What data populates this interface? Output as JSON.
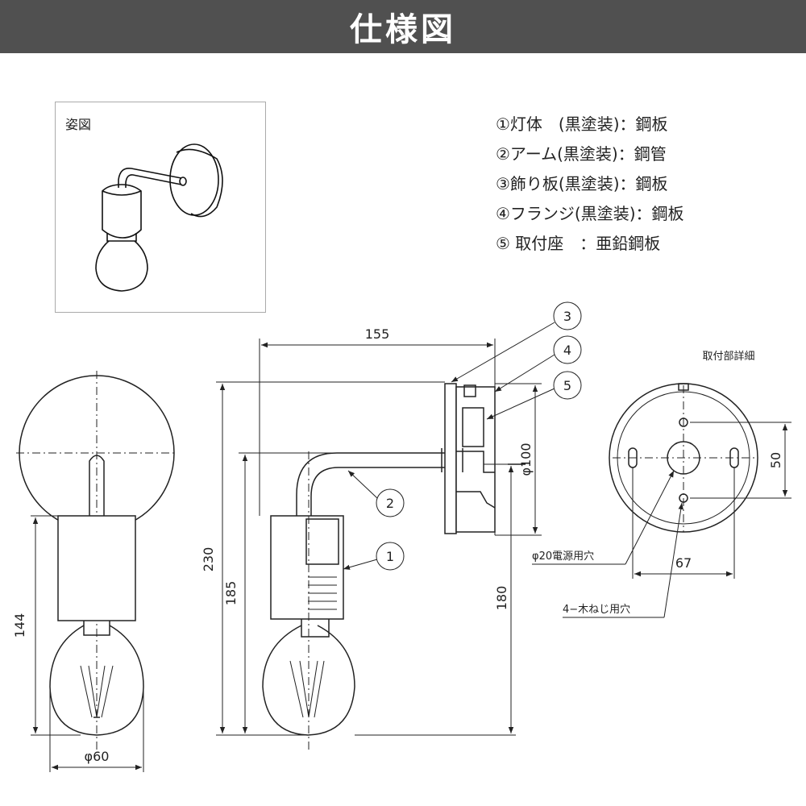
{
  "header": {
    "title": "仕様図"
  },
  "perspective": {
    "label": "姿図"
  },
  "specs": [
    "①灯体　(黒塗装)：鋼板",
    "②アーム(黒塗装)：鋼管",
    "③飾り板(黒塗装)：鋼板",
    "④フランジ(黒塗装)：鋼板",
    "⑤ 取付座　：亜鉛鋼板"
  ],
  "dimensions": {
    "width_155": "155",
    "height_230": "230",
    "height_185": "185",
    "height_180": "180",
    "height_144": "144",
    "dia_60": "φ60",
    "dia_100": "φ100",
    "mount_50": "50",
    "mount_67": "67"
  },
  "callouts": [
    "1",
    "2",
    "3",
    "4",
    "5"
  ],
  "mount_detail": {
    "title": "取付部詳細",
    "power_hole": "φ20電源用穴",
    "screw_holes": "4−木ねじ用穴"
  }
}
